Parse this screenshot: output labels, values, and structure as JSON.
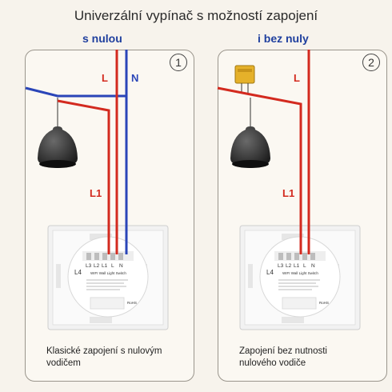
{
  "title": "Univerzální vypínač s možností zapojení",
  "left": {
    "subtitle": "s nulou",
    "number": "1",
    "caption_line1": "Klasické zapojení s nulovým",
    "caption_line2": "vodičem",
    "wire_l": "L",
    "wire_n": "N",
    "wire_l1": "L1"
  },
  "right": {
    "subtitle": "i bez nuly",
    "number": "2",
    "caption_line1": "Zapojení bez nutnosti",
    "caption_line2": "nulového vodiče",
    "wire_l": "L",
    "wire_l1": "L1"
  },
  "switch": {
    "terminals": [
      "L3",
      "L2",
      "L1",
      "L",
      "N"
    ],
    "side_label": "L4",
    "model": "WIFI Wall Light Switch",
    "rohs": "RoHS"
  },
  "colors": {
    "live": "#d32a1f",
    "neutral": "#2a45b8",
    "subtitle": "#1f3f9e"
  }
}
